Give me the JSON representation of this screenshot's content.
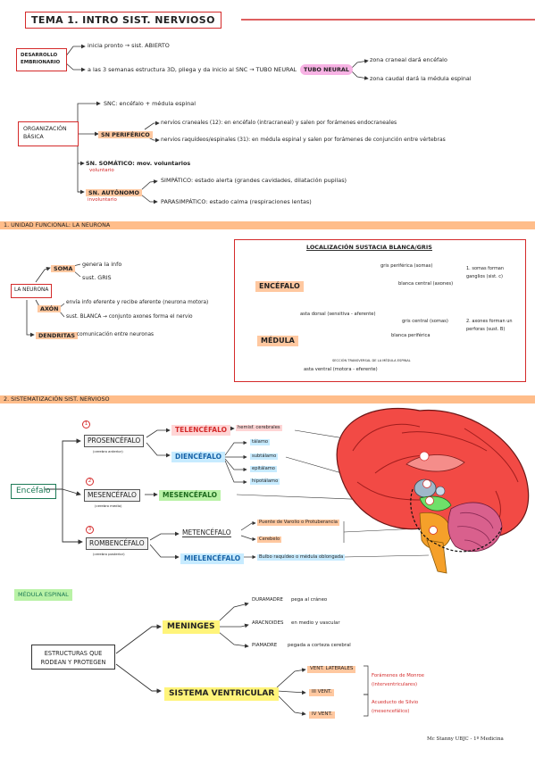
{
  "title": "TEMA 1. INTRO SIST. NERVIOSO",
  "desarrollo": {
    "label": "DESARROLLO EMBRIONARIO",
    "line1": "inicia pronto → sist. ABIERTO",
    "line2": "a las 3 semanas estructura 3D, pliega y da inicio al SNC → TUBO NEURAL",
    "tubo": "TUBO NEURAL",
    "zona1": "zona craneal dará encéfalo",
    "zona2": "zona caudal dará la médula espinal"
  },
  "organizacion": {
    "label": "ORGANIZACIÓN BÁSICA",
    "snc": "SNC: encéfalo + médula espinal",
    "snp": "SN PERIFÉRICO",
    "nervios1": "nervios craneales (12): en encéfalo (intracraneal) y salen por forámenes endocraneales",
    "nervios2": "nervios raquídeos/espinales (31): en médula espinal y salen por forámenes de conjunción entre vértebras",
    "somatico": "SN. SOMÁTICO: mov. voluntarios",
    "voluntario": "voluntario",
    "autonomo": "SN. AUTÓNOMO",
    "involuntario": "involuntario",
    "simpatico": "SIMPÁTICO: estado alerta (grandes cavidades, dilatación pupilas)",
    "parasimpatico": "PARASIMPÁTICO: estado calma (respiraciones lentas)"
  },
  "sec1": {
    "header": "1. UNIDAD FUNCIONAL: LA NEURONA",
    "neurona": "LA NEURONA",
    "soma": "SOMA",
    "soma1": "genera la info",
    "soma2": "sust. GRIS",
    "axon": "AXÓN",
    "axon1": "envía info eferente y recibe aferente (neurona motora)",
    "axon2": "sust. BLANCA → conjunto axones forma el nervio",
    "dendritas": "DENDRITAS",
    "dendritas_txt": "comunicación entre neuronas",
    "loc_title": "LOCALIZACIÓN SUSTACIA BLANCA/GRIS",
    "encefalo": "ENCÉFALO",
    "medula": "MÉDULA",
    "gris_perif": "gris periférica (somas)",
    "blanca_central": "blanca central (axones)",
    "asta_dorsal": "asta dorsal (sensitiva - aferente)",
    "gris_central": "gris central (somas)",
    "blanca_perif": "blanca periférica",
    "asta_ventral": "asta ventral (motora - eferente)",
    "seccion": "SECCIÓN TRANSVERSAL DE LA MÉDULA ESPINAL",
    "note1": "1. somas forman ganglios (sist. c)",
    "note2": "2. axones forman un perforas (sust. B)"
  },
  "sec2": {
    "header": "2. SISTEMATIZACIÓN SIST. NERVIOSO",
    "encefalo": "Encéfalo",
    "prosencefalo": "PROSENCÉFALO",
    "pros_sub": "(cerebro anterior)",
    "telencefalo": "TELENCÉFALO",
    "hemisferios": "hemisf. cerebrales",
    "diencefalo": "DIENCÉFALO",
    "talamo": "tálamo",
    "subtalamo": "subtálamo",
    "epitalamo": "epitálamo",
    "hipotalamo": "hipotálamo",
    "mesencefalo": "MESENCÉFALO",
    "meso_sub": "(cerebro medio)",
    "mesencefalo2": "MESENCÉFALO",
    "rombencefalo": "ROMBENCÉFALO",
    "romb_sub": "(cerebro posterior)",
    "metencefalo": "METENCÉFALO",
    "puente": "Puente de Varolio o Protuberancia",
    "cerebelo": "Cerebelo",
    "mielencefalo": "MIELENCÉFALO",
    "bulbo": "Bulbo raquídeo o médula oblongada",
    "num1": "1",
    "num2": "2",
    "num3": "3"
  },
  "medula_sec": {
    "label": "MÉDULA ESPINAL",
    "estructuras": "ESTRUCTURAS QUE RODEAN Y PROTEGEN",
    "meninges": "MENINGES",
    "duramadre": "DURAMADRE",
    "dura_txt": "pega al cráneo",
    "aracnoides": "ARACNOIDES",
    "arac_txt": "en medio y vascular",
    "piamadre": "PIAMADRE",
    "pia_txt": "pegada a corteza cerebral",
    "sistema": "SISTEMA VENTRICULAR",
    "vent_lat": "VENT. LATERALES",
    "vent_3": "III VENT.",
    "vent_4": "IV VENT.",
    "monro": "Forámenes de Monroe (interventriculares)",
    "silvio": "Acueducto de Silvio (mesencefálico)"
  },
  "footer": "Mc Stanny UBJC - 1º Medicina",
  "colors": {
    "band": "#ffbd8a",
    "red": "#d42a2a",
    "pink": "#f7b2e4",
    "yellow": "#fff47a",
    "green": "#b9f2a6",
    "blue": "#c7ebff",
    "orange": "#ffc8a0"
  }
}
